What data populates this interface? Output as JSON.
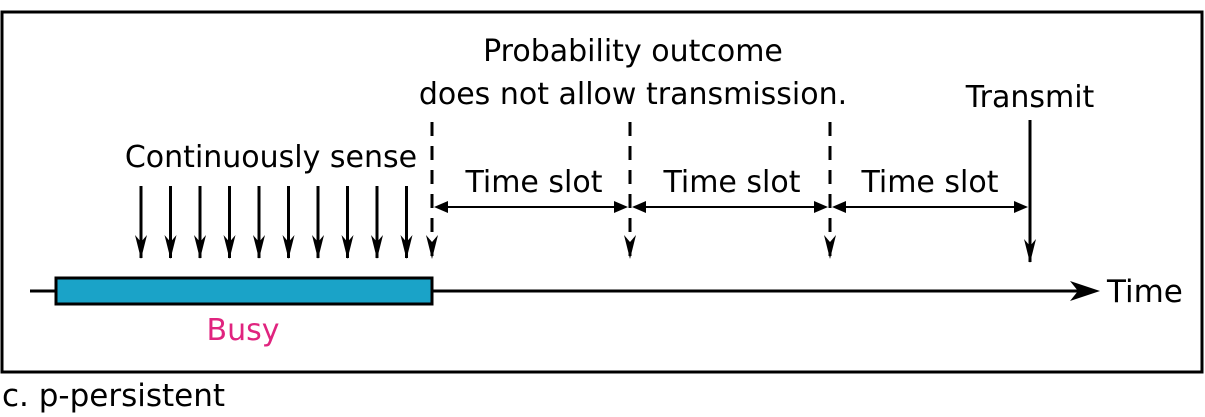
{
  "diagram": {
    "labels": {
      "continuously_sense": "Continuously sense",
      "probability_line1": "Probability outcome",
      "probability_line2": "does not allow transmission.",
      "transmit": "Transmit",
      "time_axis": "Time",
      "busy": "Busy",
      "time_slots": [
        "Time slot",
        "Time slot",
        "Time slot"
      ]
    },
    "sense_arrow_count": 10,
    "colors": {
      "busy_bar": "#1aa3c8",
      "busy_label": "#e0247f",
      "ink": "#000000"
    }
  },
  "caption": "c. p-persistent"
}
